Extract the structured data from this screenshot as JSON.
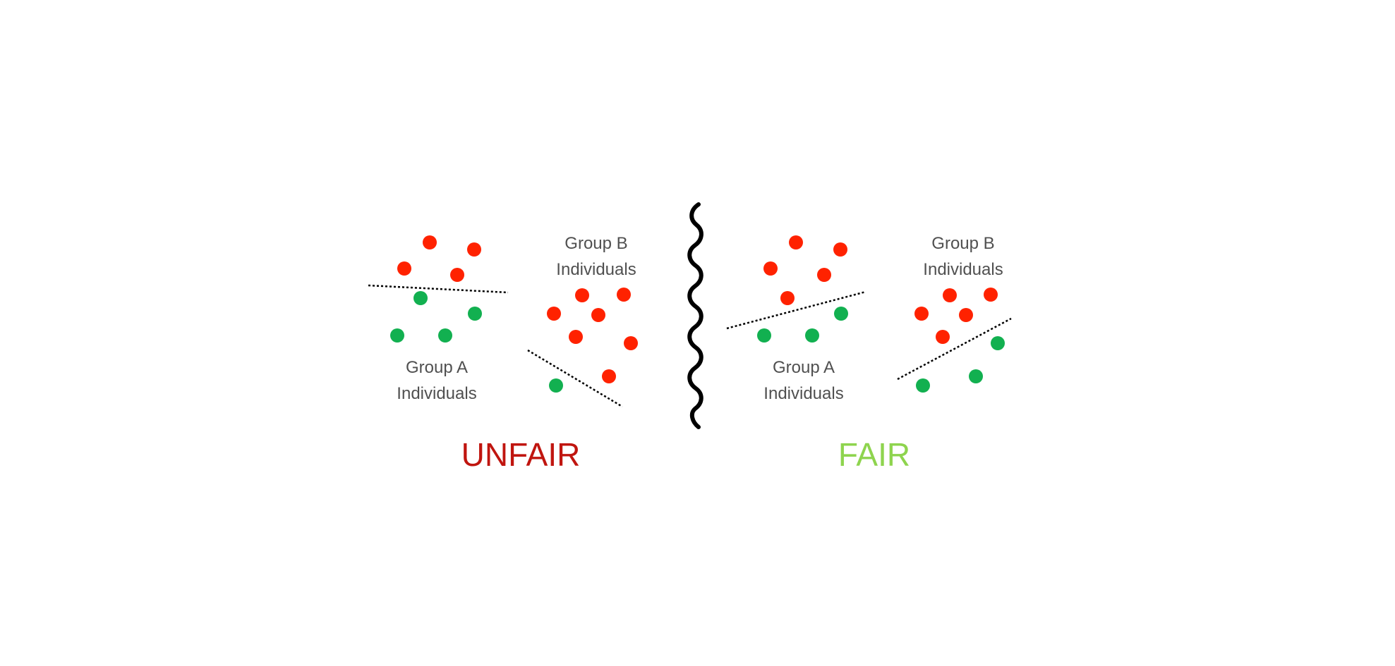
{
  "colors": {
    "positive": "#ff2200",
    "negative": "#12b050",
    "unfair": "#c0150f",
    "fair": "#8ed44e",
    "label_text": "#505050",
    "divider": "#000000"
  },
  "icons": {
    "divider": "wavy-divider-icon"
  },
  "panels": {
    "unfair": {
      "verdict": "UNFAIR",
      "group_a": {
        "line1": "Group A",
        "line2": "Individuals"
      },
      "group_b": {
        "line1": "Group B",
        "line2": "Individuals"
      }
    },
    "fair": {
      "verdict": "FAIR",
      "group_a": {
        "line1": "Group A",
        "line2": "Individuals"
      },
      "group_b": {
        "line1": "Group B",
        "line2": "Individuals"
      }
    }
  }
}
